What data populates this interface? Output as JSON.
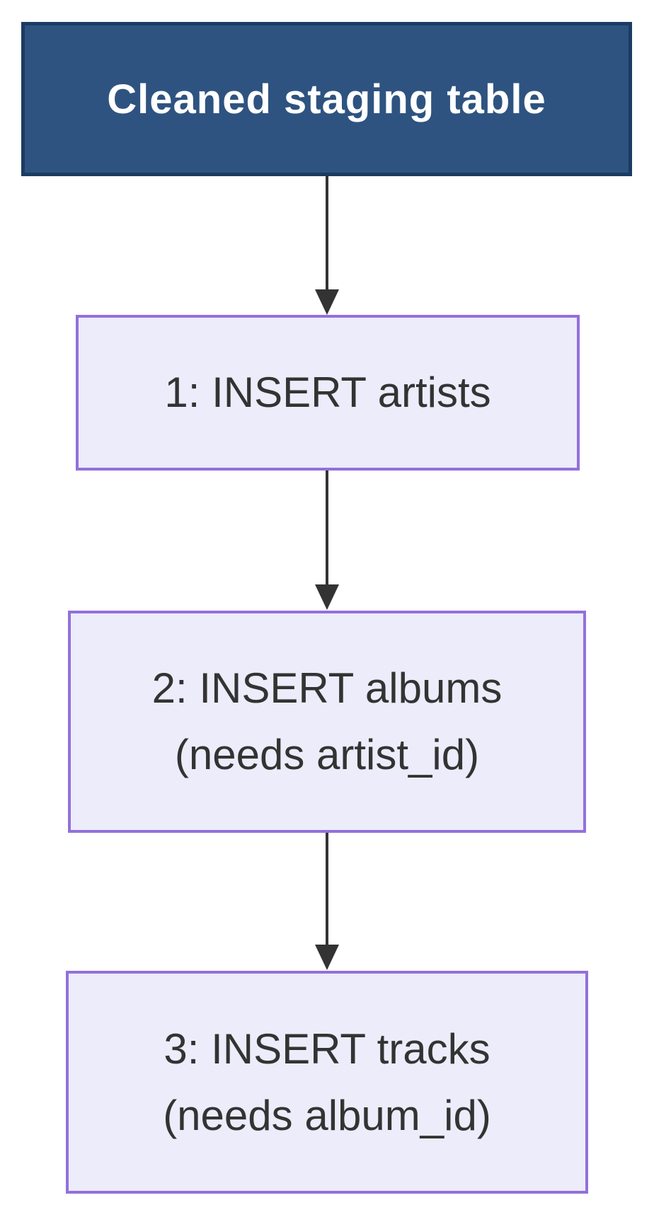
{
  "diagram": {
    "type": "flowchart-top-down",
    "source": {
      "label": "Cleaned staging table"
    },
    "steps": [
      {
        "id": "step-1",
        "lines": [
          "1: INSERT artists"
        ]
      },
      {
        "id": "step-2",
        "lines": [
          "2: INSERT albums",
          "(needs artist_id)"
        ]
      },
      {
        "id": "step-3",
        "lines": [
          "3: INSERT tracks",
          "(needs album_id)"
        ]
      }
    ],
    "edges": [
      {
        "from": "source",
        "to": "step-1"
      },
      {
        "from": "step-1",
        "to": "step-2"
      },
      {
        "from": "step-2",
        "to": "step-3"
      }
    ],
    "colors": {
      "background": "#FFFFFF",
      "source_fill": "#2E5380",
      "source_border": "#1C3B62",
      "source_text": "#FFFFFF",
      "step_fill": "#ECECFB",
      "step_border": "#9370DB",
      "step_text": "#333333",
      "arrow": "#333333"
    }
  }
}
